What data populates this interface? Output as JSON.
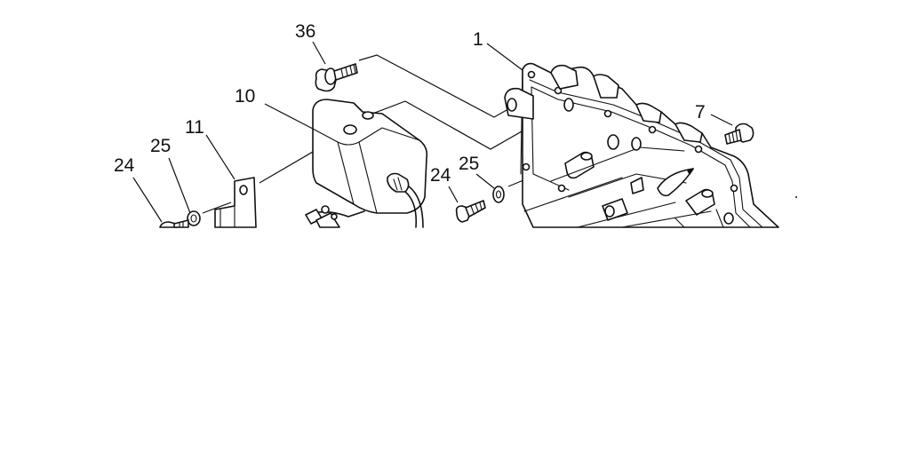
{
  "diagram": {
    "background_color": "#ffffff",
    "line_color": "#111111",
    "callouts": [
      {
        "id": "c36",
        "label": "36"
      },
      {
        "id": "c1",
        "label": "1"
      },
      {
        "id": "c10",
        "label": "10"
      },
      {
        "id": "c7",
        "label": "7"
      },
      {
        "id": "c11",
        "label": "11"
      },
      {
        "id": "c25a",
        "label": "25"
      },
      {
        "id": "c24a",
        "label": "24"
      },
      {
        "id": "c25b",
        "label": "25"
      },
      {
        "id": "c24b",
        "label": "24"
      }
    ],
    "parts": [
      {
        "callout": "1",
        "icon": "housing-cover-plate"
      },
      {
        "callout": "10",
        "icon": "electrical-module-box"
      },
      {
        "callout": "11",
        "icon": "mounting-bracket"
      },
      {
        "callout": "36",
        "icon": "bolt-icon"
      },
      {
        "callout": "7",
        "icon": "bolt-icon"
      },
      {
        "callout": "24",
        "icon": "screw-icon"
      },
      {
        "callout": "25",
        "icon": "washer-icon"
      }
    ]
  }
}
